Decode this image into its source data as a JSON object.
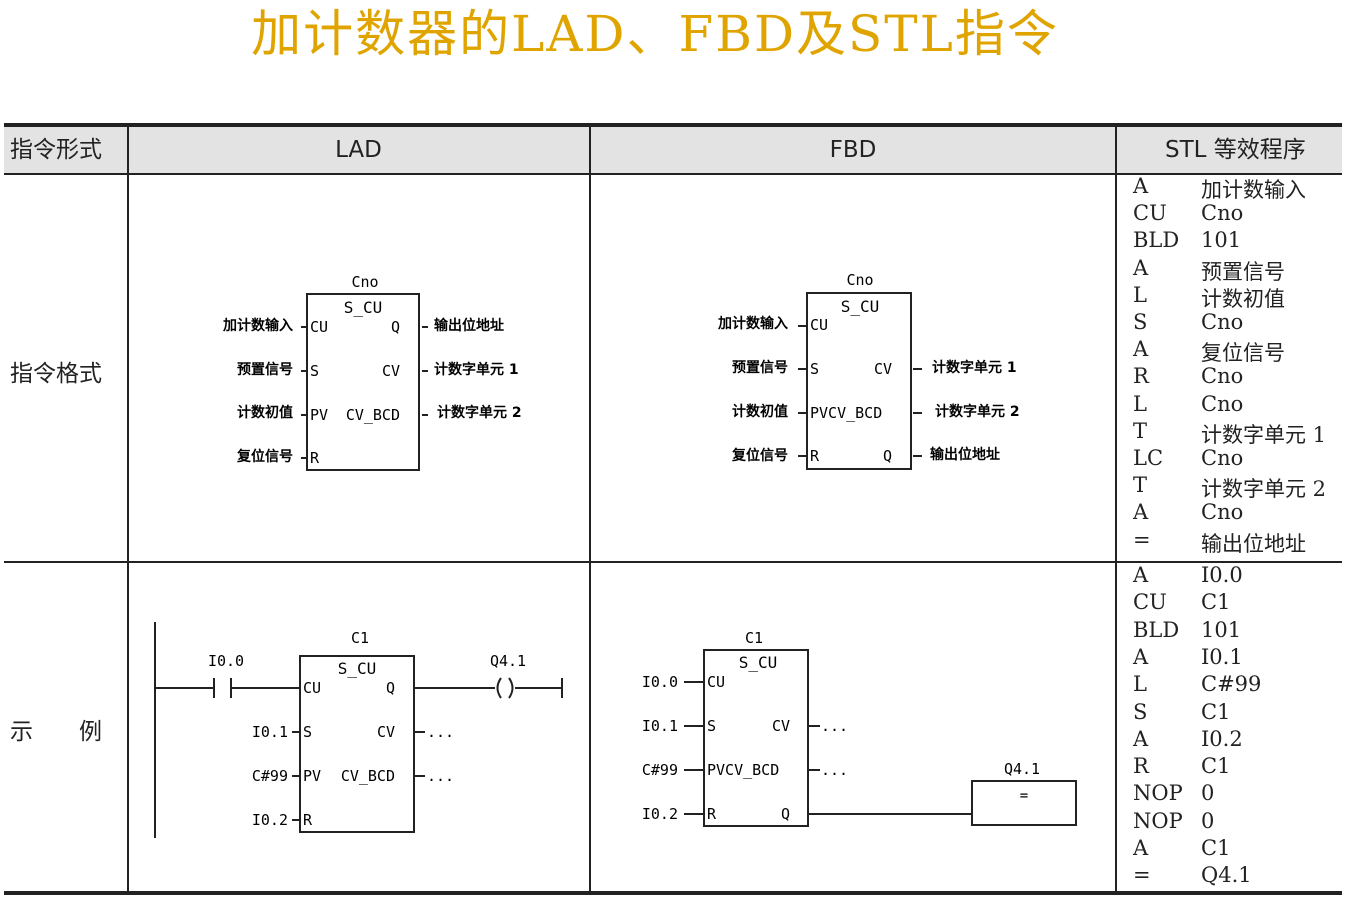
{
  "title": "加计数器的LAD、FBD及STL指令",
  "colors": {
    "title": "#E0A400",
    "header_bg": "#e3e3e3",
    "line": "#222222"
  },
  "header": {
    "col0": "指令形式",
    "col1": "LAD",
    "col2": "FBD",
    "col3": "STL 等效程序"
  },
  "rows": {
    "format_label": "指令格式",
    "example_label": "示　　例"
  },
  "format_lad": {
    "block_name": "Cno",
    "block_type": "S_CU",
    "in_cu": "CU",
    "in_s": "S",
    "in_pv": "PV",
    "in_r": "R",
    "out_q": "Q",
    "out_cv": "CV",
    "out_cvbcd": "CV_BCD",
    "lbl_cu": "加计数输入",
    "lbl_s": "预置信号",
    "lbl_pv": "计数初值",
    "lbl_r": "复位信号",
    "lbl_q": "输出位地址",
    "lbl_cv": "计数字单元 1",
    "lbl_cvbcd": "计数字单元 2"
  },
  "format_fbd": {
    "block_name": "Cno",
    "block_type": "S_CU",
    "in_cu": "CU",
    "in_s": "S",
    "in_pv": "PVCV_BCD",
    "in_r": "R",
    "out_q": "Q",
    "out_cv": "CV",
    "lbl_cu": "加计数输入",
    "lbl_s": "预置信号",
    "lbl_pv": "计数初值",
    "lbl_r": "复位信号",
    "lbl_cv": "计数字单元 1",
    "lbl_cvbcd": "计数字单元 2",
    "lbl_q": "输出位地址"
  },
  "example_lad": {
    "block_name": "C1",
    "block_type": "S_CU",
    "contact": "I0.0",
    "coil": "Q4.1",
    "in_cu": "CU",
    "in_s": "S",
    "in_pv": "PV",
    "in_r": "R",
    "out_q": "Q",
    "out_cv": "CV",
    "out_cvbcd": "CV_BCD",
    "val_s": "I0.1",
    "val_pv": "C#99",
    "val_r": "I0.2",
    "out_dots": "..."
  },
  "example_fbd": {
    "block_name": "C1",
    "block_type": "S_CU",
    "in_cu": "CU",
    "in_s": "S",
    "in_pv": "PVCV_BCD",
    "in_r": "R",
    "out_cv": "CV",
    "out_q": "Q",
    "val_cu": "I0.0",
    "val_s": "I0.1",
    "val_pv": "C#99",
    "val_r": "I0.2",
    "out_dots": "...",
    "assign_name": "Q4.1",
    "assign_op": "="
  },
  "stl_format": [
    {
      "op": "A",
      "arg": "加计数输入"
    },
    {
      "op": "CU",
      "arg": "Cno"
    },
    {
      "op": "BLD",
      "arg": "101"
    },
    {
      "op": "A",
      "arg": "预置信号"
    },
    {
      "op": "L",
      "arg": "计数初值"
    },
    {
      "op": "S",
      "arg": "Cno"
    },
    {
      "op": "A",
      "arg": "复位信号"
    },
    {
      "op": "R",
      "arg": "Cno"
    },
    {
      "op": "L",
      "arg": "Cno"
    },
    {
      "op": "T",
      "arg": "计数字单元 1"
    },
    {
      "op": "LC",
      "arg": "Cno"
    },
    {
      "op": "T",
      "arg": "计数字单元 2"
    },
    {
      "op": "A",
      "arg": "Cno"
    },
    {
      "op": "=",
      "arg": "输出位地址"
    }
  ],
  "stl_example": [
    {
      "op": "A",
      "arg": "I0.0"
    },
    {
      "op": "CU",
      "arg": "C1"
    },
    {
      "op": "BLD",
      "arg": "101"
    },
    {
      "op": "A",
      "arg": "I0.1"
    },
    {
      "op": "L",
      "arg": "C#99"
    },
    {
      "op": "S",
      "arg": "C1"
    },
    {
      "op": "A",
      "arg": "I0.2"
    },
    {
      "op": "R",
      "arg": "C1"
    },
    {
      "op": "NOP",
      "arg": "0"
    },
    {
      "op": "NOP",
      "arg": "0"
    },
    {
      "op": "A",
      "arg": "C1"
    },
    {
      "op": "=",
      "arg": "Q4.1"
    }
  ]
}
